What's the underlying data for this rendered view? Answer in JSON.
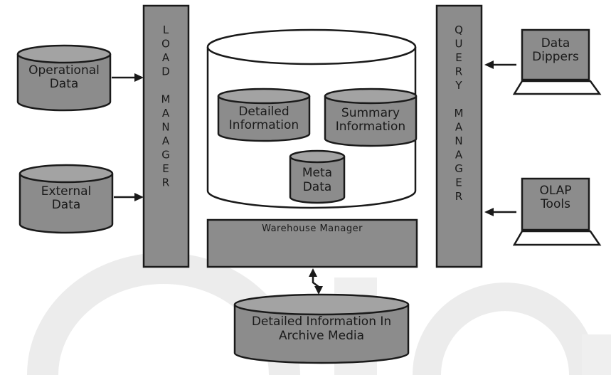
{
  "sources": {
    "operational": [
      "Operational",
      "Data"
    ],
    "external": [
      "External",
      "Data"
    ]
  },
  "load_manager": [
    "L",
    "O",
    "A",
    "D",
    "",
    "M",
    "A",
    "N",
    "A",
    "G",
    "E",
    "R"
  ],
  "query_manager": [
    "Q",
    "U",
    "E",
    "R",
    "Y",
    "",
    "M",
    "A",
    "N",
    "A",
    "G",
    "E",
    "R"
  ],
  "warehouse": {
    "detailed": [
      "Detailed",
      "Information"
    ],
    "summary": [
      "Summary",
      "Information"
    ],
    "meta": [
      "Meta",
      "Data"
    ],
    "manager": "Warehouse Manager"
  },
  "archive": [
    "Detailed Information In",
    "Archive Media"
  ],
  "tools": {
    "dippers": [
      "Data",
      "Dippers"
    ],
    "olap": [
      "OLAP",
      "Tools"
    ]
  },
  "colors": {
    "fill": "#8c8c8c",
    "fill_light": "#a3a3a3",
    "stroke": "#1a1a1a",
    "watermark": "#e6e6e6"
  }
}
